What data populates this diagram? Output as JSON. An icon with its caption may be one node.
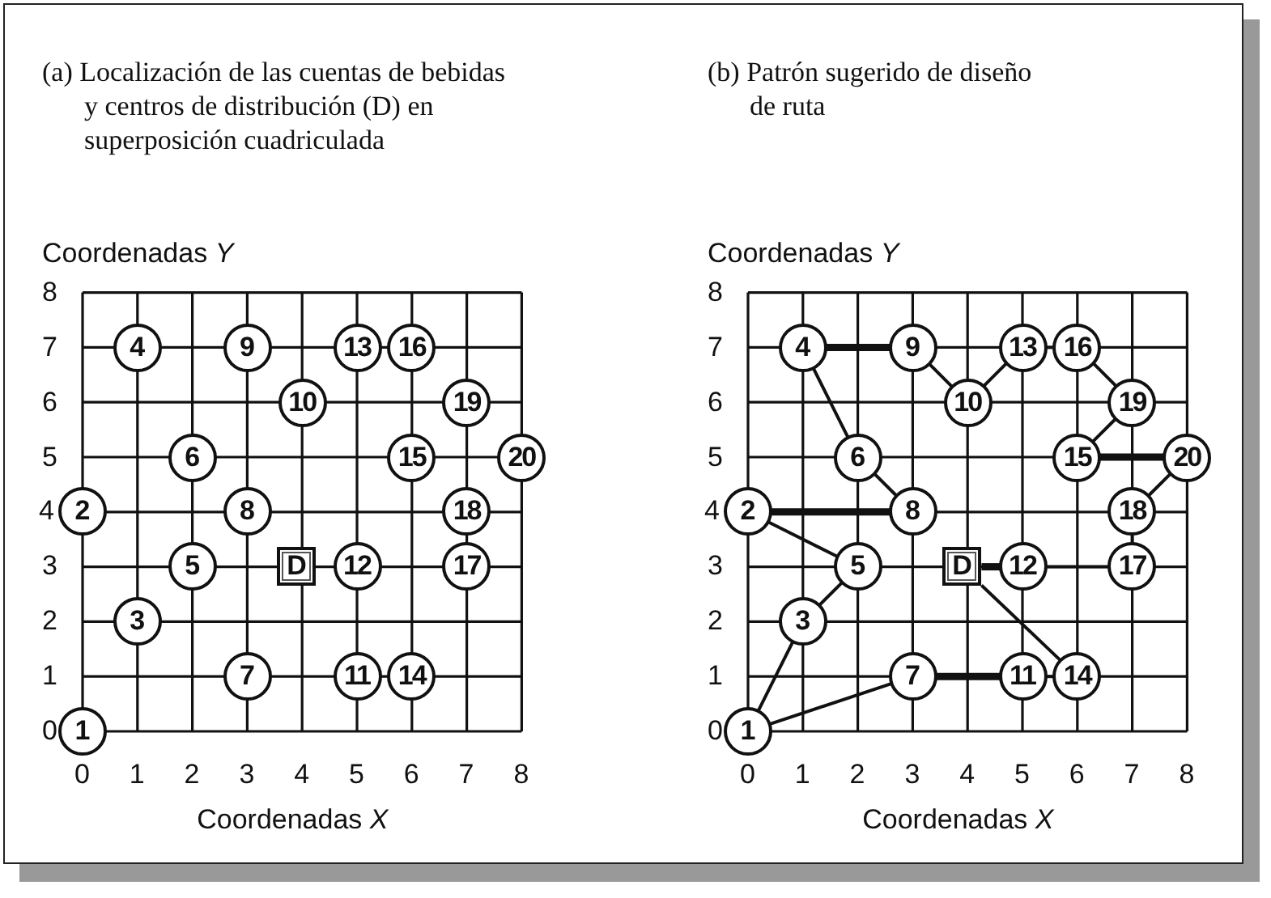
{
  "diagram": {
    "nodes": [
      {
        "text": [
          "1"
        ]
      },
      {
        "text": [
          "2"
        ]
      },
      {
        "text": [
          "3"
        ]
      },
      {
        "text": [
          "4"
        ]
      },
      {
        "text": [
          "5"
        ]
      },
      {
        "text": [
          "6"
        ]
      },
      {
        "text": [
          "7"
        ]
      },
      {
        "text": [
          "8"
        ]
      },
      {
        "text": [
          "9"
        ]
      },
      {
        "text": [
          "10"
        ]
      },
      {
        "text": [
          "11"
        ]
      },
      {
        "text": [
          "12"
        ]
      },
      {
        "text": [
          "13"
        ]
      },
      {
        "text": [
          "14"
        ]
      },
      {
        "text": [
          "15"
        ]
      },
      {
        "text": [
          "16"
        ]
      },
      {
        "text": [
          "17"
        ]
      },
      {
        "text": [
          "18"
        ]
      },
      {
        "text": [
          "19"
        ]
      },
      {
        "text": [
          "20"
        ]
      },
      {
        "text": [
          "D"
        ]
      },
      {
        "text": [
          "1"
        ]
      },
      {
        "text": [
          "2"
        ]
      },
      {
        "text": [
          "3"
        ]
      },
      {
        "text": [
          "4"
        ]
      },
      {
        "text": [
          "5"
        ]
      },
      {
        "text": [
          "6"
        ]
      },
      {
        "text": [
          "7"
        ]
      },
      {
        "text": [
          "8"
        ]
      },
      {
        "text": [
          "9"
        ]
      },
      {
        "text": [
          "10"
        ]
      },
      {
        "text": [
          "11"
        ]
      },
      {
        "text": [
          "12"
        ]
      },
      {
        "text": [
          "13"
        ]
      },
      {
        "text": [
          "14"
        ]
      },
      {
        "text": [
          "15"
        ]
      },
      {
        "text": [
          "16"
        ]
      },
      {
        "text": [
          "17"
        ]
      },
      {
        "text": [
          "18"
        ]
      },
      {
        "text": [
          "19"
        ]
      },
      {
        "text": [
          "20"
        ]
      },
      {
        "text": [
          "D"
        ]
      }
    ],
    "edges": [
      {
        "from": 41,
        "to": 34,
        "arrow": "none"
      },
      {
        "from": 34,
        "to": 31,
        "arrow": "none"
      },
      {
        "from": 31,
        "to": 27,
        "arrow": "none",
        "style": "thick"
      },
      {
        "from": 27,
        "to": 21,
        "arrow": "none"
      },
      {
        "from": 21,
        "to": 23,
        "arrow": "none"
      },
      {
        "from": 23,
        "to": 25,
        "arrow": "none"
      },
      {
        "from": 25,
        "to": 22,
        "arrow": "none"
      },
      {
        "from": 22,
        "to": 28,
        "arrow": "none",
        "style": "thick"
      },
      {
        "from": 28,
        "to": 26,
        "arrow": "none"
      },
      {
        "from": 26,
        "to": 24,
        "arrow": "none"
      },
      {
        "from": 24,
        "to": 29,
        "arrow": "none",
        "style": "thick"
      },
      {
        "from": 29,
        "to": 30,
        "arrow": "none"
      },
      {
        "from": 30,
        "to": 33,
        "arrow": "none"
      },
      {
        "from": 33,
        "to": 36,
        "arrow": "none"
      },
      {
        "from": 36,
        "to": 39,
        "arrow": "none"
      },
      {
        "from": 39,
        "to": 35,
        "arrow": "none"
      },
      {
        "from": 35,
        "to": 40,
        "arrow": "none",
        "style": "thick"
      },
      {
        "from": 40,
        "to": 38,
        "arrow": "none"
      },
      {
        "from": 38,
        "to": 37,
        "arrow": "none"
      },
      {
        "from": 37,
        "to": 32,
        "arrow": "none"
      },
      {
        "from": 32,
        "to": 41,
        "arrow": "none",
        "style": "thick"
      }
    ],
    "labels": [
      "(a) Localización de las cuentas de bebidas y centros de distribución (D) en superposición cuadriculada",
      "Coordenadas *Y*",
      "8",
      "7",
      "6",
      "5",
      "4",
      "3",
      "2",
      "1",
      "0",
      "0",
      "1",
      "2",
      "3",
      "4",
      "5",
      "6",
      "7",
      "8",
      "Coordenadas *X*",
      "(b) Patrón sugerido de diseño de ruta",
      "Coordenadas *Y*",
      "8",
      "7",
      "6",
      "5",
      "4",
      "3",
      "2",
      "1",
      "0",
      "0",
      "1",
      "2",
      "3",
      "4",
      "5",
      "6",
      "7",
      "8",
      "Coordenadas *X*"
    ]
  }
}
